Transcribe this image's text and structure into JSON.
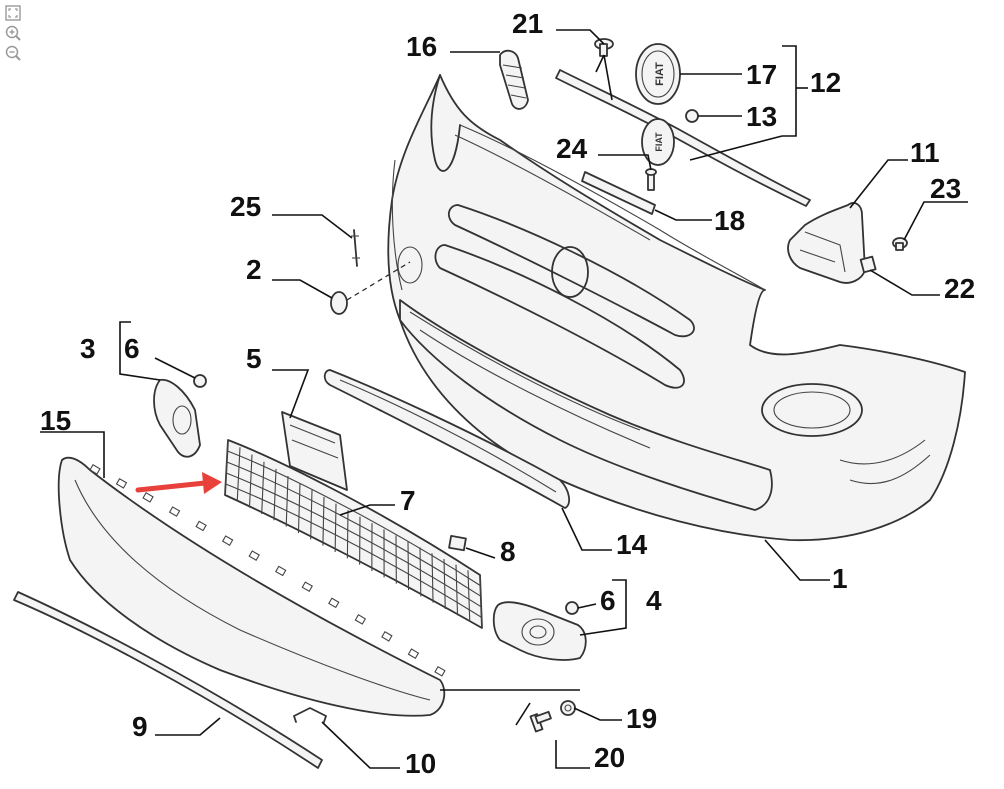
{
  "diagram": {
    "labels": [
      {
        "id": "1",
        "text": "1"
      },
      {
        "id": "2",
        "text": "2"
      },
      {
        "id": "3",
        "text": "3"
      },
      {
        "id": "4",
        "text": "4"
      },
      {
        "id": "5",
        "text": "5"
      },
      {
        "id": "6a",
        "text": "6"
      },
      {
        "id": "6b",
        "text": "6"
      },
      {
        "id": "7",
        "text": "7"
      },
      {
        "id": "8",
        "text": "8"
      },
      {
        "id": "9",
        "text": "9"
      },
      {
        "id": "10",
        "text": "10"
      },
      {
        "id": "11",
        "text": "11"
      },
      {
        "id": "12",
        "text": "12"
      },
      {
        "id": "13",
        "text": "13"
      },
      {
        "id": "14",
        "text": "14"
      },
      {
        "id": "15",
        "text": "15"
      },
      {
        "id": "16",
        "text": "16"
      },
      {
        "id": "17",
        "text": "17"
      },
      {
        "id": "18",
        "text": "18"
      },
      {
        "id": "19",
        "text": "19"
      },
      {
        "id": "20",
        "text": "20"
      },
      {
        "id": "21",
        "text": "21"
      },
      {
        "id": "22",
        "text": "22"
      },
      {
        "id": "23",
        "text": "23"
      },
      {
        "id": "24",
        "text": "24"
      },
      {
        "id": "25",
        "text": "25"
      }
    ],
    "badge_text": "FIAT",
    "highlight_color": "#e8403a",
    "line_color": "#333333"
  },
  "toolbar": {
    "icons": [
      "fit-screen-icon",
      "zoom-in-icon",
      "zoom-out-icon"
    ]
  }
}
